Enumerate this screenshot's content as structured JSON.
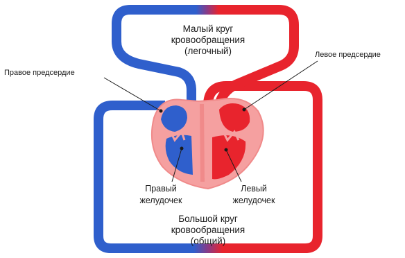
{
  "colors": {
    "venous": "#2f5fcc",
    "arterial": "#e8242d",
    "heart_outline": "#f08a8a",
    "heart_fill": "#f5a0a0",
    "text": "#1a1a1a"
  },
  "pulmonary_circuit": {
    "line1": "Малый круг",
    "line2": "кровообращения",
    "line3": "(легочный)"
  },
  "systemic_circuit": {
    "line1": "Большой круг",
    "line2": "кровообращения",
    "line3": "(общий)"
  },
  "labels": {
    "right_atrium": "Правое предсердие",
    "left_atrium": "Левое предсердие",
    "right_ventricle_line1": "Правый",
    "right_ventricle_line2": "желудочек",
    "left_ventricle_line1": "Левый",
    "left_ventricle_line2": "желудочек"
  }
}
